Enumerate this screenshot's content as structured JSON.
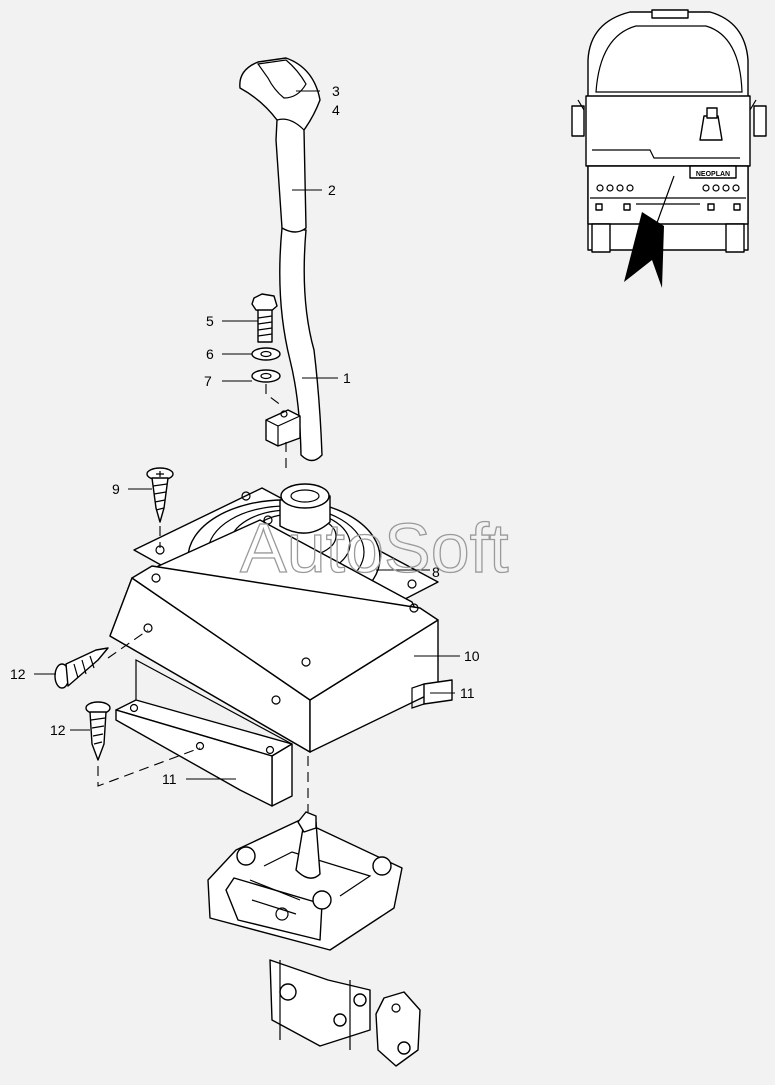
{
  "diagram": {
    "watermark": "AutoSoft",
    "callouts": [
      "3",
      "4",
      "2",
      "5",
      "6",
      "7",
      "1",
      "9",
      "8",
      "10",
      "11",
      "12",
      "12",
      "11"
    ]
  }
}
